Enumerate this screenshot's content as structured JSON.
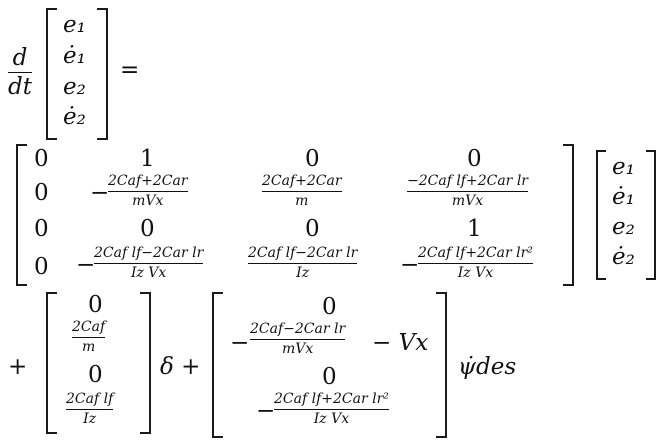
{
  "equation": {
    "lhs": {
      "d": "d",
      "dt": "dt",
      "equals": "="
    },
    "state_vector": [
      "e₁",
      "ė₁",
      "e₂",
      "ė₂"
    ],
    "A_matrix": {
      "row1": [
        "0",
        "1",
        "0",
        "0"
      ],
      "row2": {
        "c1": "0",
        "c2_sign": "−",
        "c2_num": "2Caf+2Car",
        "c2_den": "mVx",
        "c3_num": "2Caf+2Car",
        "c3_den": "m",
        "c4_num": "−2Caf lf+2Car lr",
        "c4_den": "mVx"
      },
      "row3": [
        "0",
        "0",
        "0",
        "1"
      ],
      "row4": {
        "c1": "0",
        "c2_sign": "−",
        "c2_num": "2Caf lf−2Car lr",
        "c2_den": "Iz Vx",
        "c3_num": "2Caf lf−2Car lr",
        "c3_den": "Iz",
        "c4_sign": "−",
        "c4_num": "2Caf lf+2Car lr²",
        "c4_den": "Iz Vx"
      }
    },
    "B1": {
      "r1": "0",
      "r2_num": "2Caf",
      "r2_den": "m",
      "r3": "0",
      "r4_num": "2Caf lf",
      "r4_den": "Iz"
    },
    "delta_plus": "δ +",
    "plus": "+",
    "B2": {
      "r1": "0",
      "r2_sign": "−",
      "r2_num": "2Caf−2Car lr",
      "r2_den": "mVx",
      "r2_tail": "− Vx",
      "r3": "0",
      "r4_sign": "−",
      "r4_num": "2Caf lf+2Car lr²",
      "r4_den": "Iz Vx"
    },
    "psi_dot_des": "ψ̇des"
  }
}
